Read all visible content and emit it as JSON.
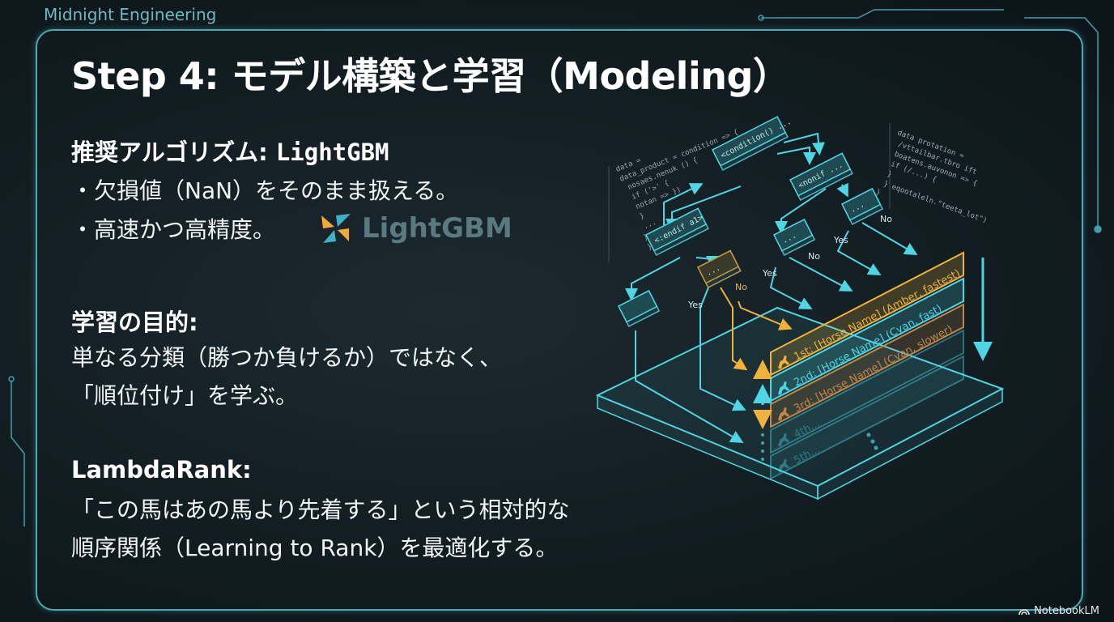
{
  "brand": "Midnight Engineering",
  "title": "Step 4: モデル構築と学習（Modeling）",
  "algorithm": {
    "heading_prefix": "推奨アルゴリズム: ",
    "heading_name": "LightGBM",
    "bullets": [
      "・欠損値（NaN）をそのまま扱える。",
      "・高速かつ高精度。"
    ],
    "logo_text": "LightGBM"
  },
  "purpose": {
    "heading": "学習の目的:",
    "lines": [
      "単なる分類（勝つか負けるか）ではなく、",
      "「順位付け」を学ぶ。"
    ]
  },
  "lambdarank": {
    "heading": "LambdaRank:",
    "lines": [
      "「この馬はあの馬より先着する」という相対的な",
      "順序関係（Learning to Rank）を最適化する。"
    ]
  },
  "diagram": {
    "nodes": [
      "<condition() ...",
      "<nonif ...",
      "<:endif a1>",
      "...",
      "...",
      "...",
      ""
    ],
    "branch_labels": {
      "yes": "Yes",
      "no": "No"
    },
    "ranks": [
      "1st: [Horse Name] (Amber, fastest)",
      "2nd: [Horse Name] (Cyan, fast)",
      "3rd: [Horse Name] (Cyan, slower)",
      "4th...",
      "5th..."
    ],
    "code_left": [
      "data =",
      "data_product = condition => {",
      "  nosaes.nenuk () {",
      "  if ('>' {",
      "    notan => })",
      "  }",
      "  ...",
      "}",
      "}"
    ],
    "code_right": [
      "data protation =",
      " /vttailbar.tbro ift",
      " boatens.auvonon => {",
      "  if (/...) {",
      "   }",
      "  }  eqootaleln.\"teeta_lot\")",
      "}"
    ],
    "colors": {
      "cyan": "#4fd6e4",
      "amber": "#f0b23a",
      "bronze": "#c0874a"
    }
  },
  "footer": {
    "watermark": "NotebookLM"
  }
}
